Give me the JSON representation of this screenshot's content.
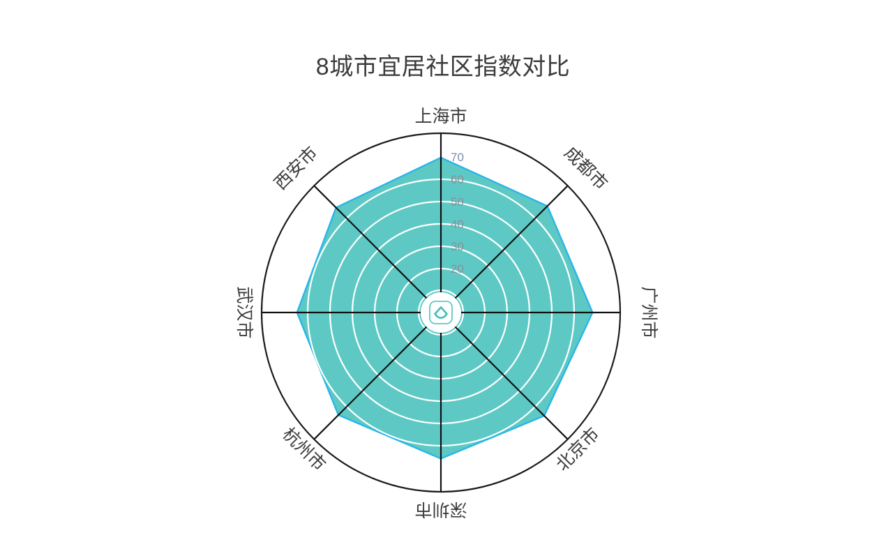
{
  "title": "8城市宜居社区指数对比",
  "colors": {
    "series_fill": "#5ec9c4",
    "series_stroke": "#29b6e8",
    "axis_line": "#111111",
    "outer_ring": "#1a1a1a",
    "grid_circle": "#ffffff",
    "title_text": "#3c3c3c",
    "axis_label_text": "#3c3c3c",
    "tick_text": "#8a8f98",
    "tick_text_top": "#7d90a8",
    "center_icon": "#5ec9c4",
    "background": "#ffffff"
  },
  "center_icon": {
    "name": "home-shelter-icon",
    "shape": "rounded-square-with-roof-and-arc"
  },
  "radial_ticks": [
    "20",
    "30",
    "40",
    "50",
    "60",
    "70"
  ],
  "chart_data": {
    "type": "radar",
    "title": "8城市宜居社区指数对比",
    "xlabel": "",
    "ylabel": "",
    "categories": [
      "上海市",
      "成都市",
      "广州市",
      "北京市",
      "深圳市",
      "杭州市",
      "武汉市",
      "西安市"
    ],
    "series": [
      {
        "name": "宜居社区指数",
        "values": [
          70,
          68,
          68.5,
          66,
          66,
          65.5,
          65,
          67
        ]
      }
    ],
    "rlim": [
      0,
      81
    ],
    "rticks": [
      20,
      30,
      40,
      50,
      60,
      70
    ],
    "grid": true,
    "legend": "none",
    "start_angle_deg": 90,
    "direction": "clockwise"
  },
  "axis_labels": [
    {
      "text": "上海市",
      "angle_deg": 0
    },
    {
      "text": "成都市",
      "angle_deg": -45
    },
    {
      "text": "广州市",
      "angle_deg": 90
    },
    {
      "text": "北京市",
      "angle_deg": 45
    },
    {
      "text": "深圳市",
      "angle_deg": 180
    },
    {
      "text": "杭州市",
      "angle_deg": 135
    },
    {
      "text": "武汉市",
      "angle_deg": -90
    },
    {
      "text": "西安市",
      "angle_deg": 45
    }
  ]
}
